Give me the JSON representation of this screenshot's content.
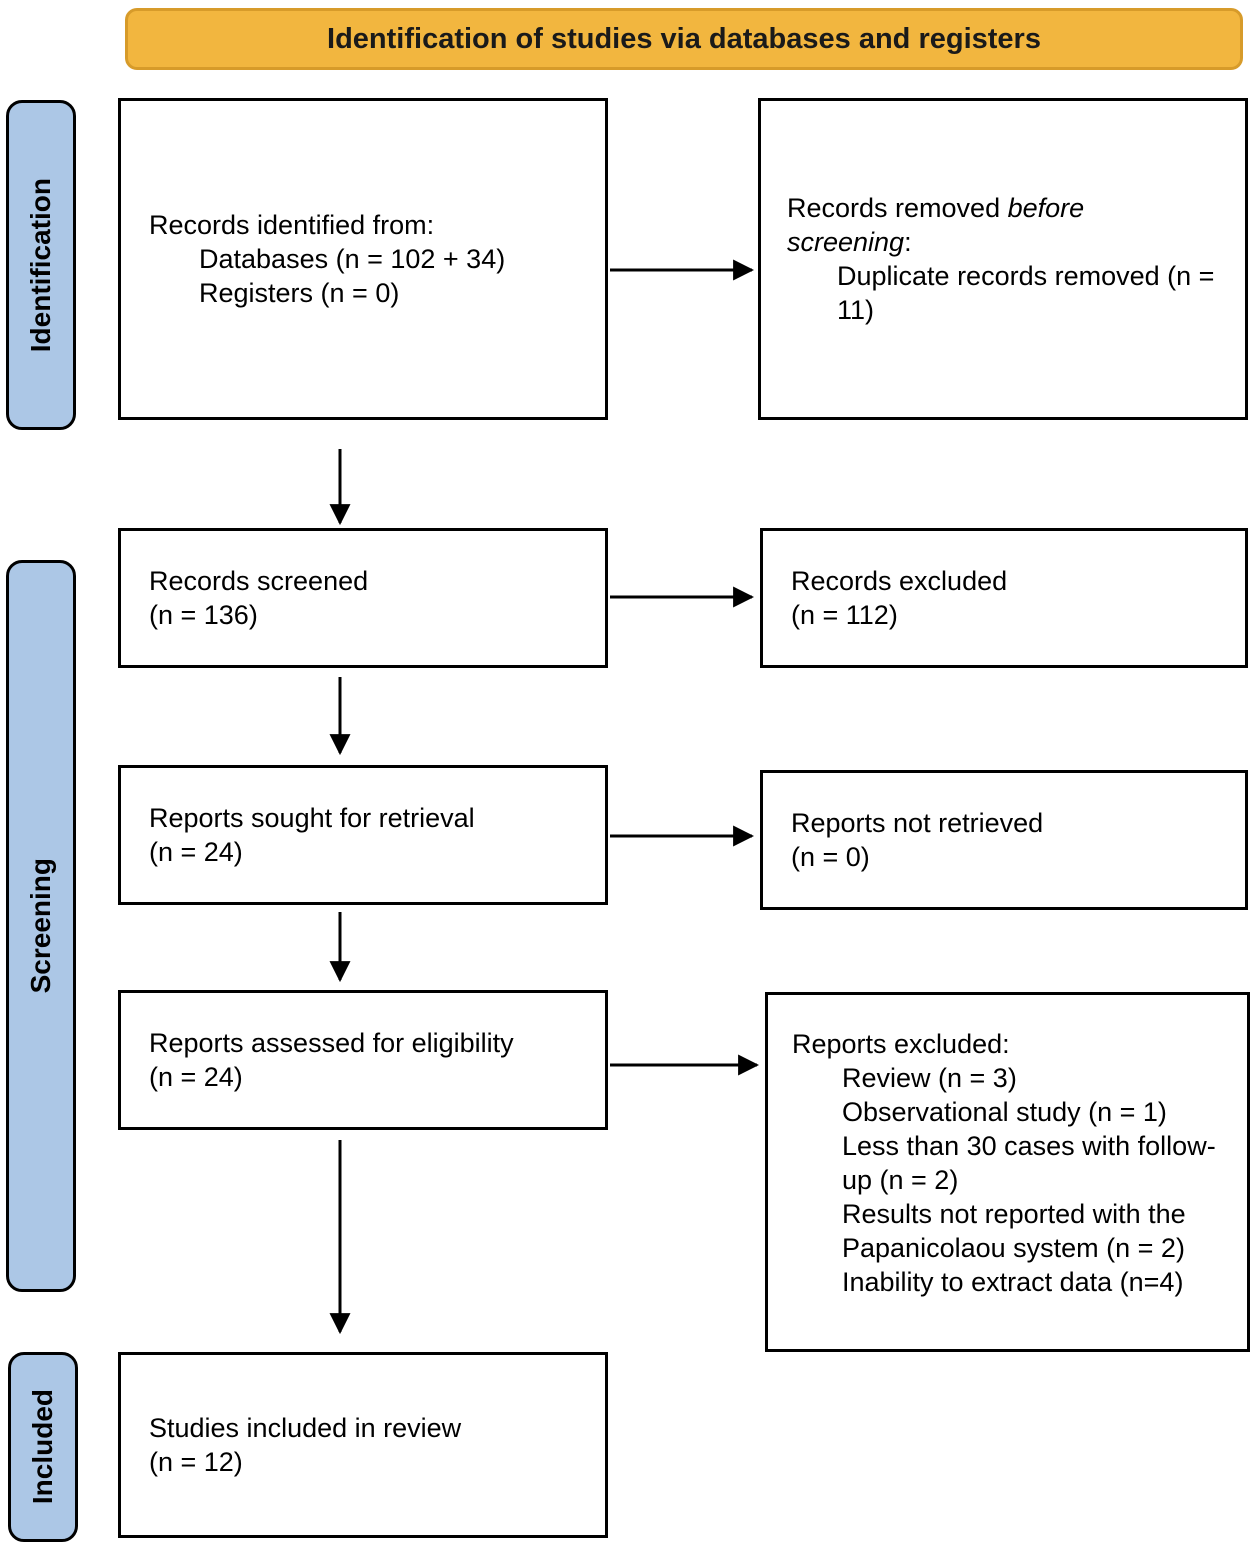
{
  "title": "Identification of studies via databases and registers",
  "stages": [
    {
      "label": "Identification"
    },
    {
      "label": "Screening"
    },
    {
      "label": "Included"
    }
  ],
  "boxes": {
    "records_identified": {
      "lines": [
        {
          "indent": 0,
          "segments": [
            {
              "text": "Records identified from:"
            }
          ]
        },
        {
          "indent": 1,
          "segments": [
            {
              "text": "Databases (n = 102 + 34)"
            }
          ]
        },
        {
          "indent": 1,
          "segments": [
            {
              "text": "Registers (n = 0)"
            }
          ]
        }
      ]
    },
    "records_removed": {
      "lines": [
        {
          "indent": 0,
          "segments": [
            {
              "text": "Records removed "
            },
            {
              "text": "before screening",
              "italic": true
            },
            {
              "text": ":"
            }
          ]
        },
        {
          "indent": 1,
          "segments": [
            {
              "text": "Duplicate records removed (n = 11)"
            }
          ]
        }
      ]
    },
    "records_screened": {
      "lines": [
        {
          "indent": 0,
          "segments": [
            {
              "text": "Records screened"
            }
          ]
        },
        {
          "indent": 0,
          "segments": [
            {
              "text": "(n = 136)"
            }
          ]
        }
      ]
    },
    "records_excluded": {
      "lines": [
        {
          "indent": 0,
          "segments": [
            {
              "text": "Records excluded"
            }
          ]
        },
        {
          "indent": 0,
          "segments": [
            {
              "text": "(n = 112)"
            }
          ]
        }
      ]
    },
    "reports_sought": {
      "lines": [
        {
          "indent": 0,
          "segments": [
            {
              "text": "Reports sought for retrieval"
            }
          ]
        },
        {
          "indent": 0,
          "segments": [
            {
              "text": "(n = 24)"
            }
          ]
        }
      ]
    },
    "reports_not_retrieved": {
      "lines": [
        {
          "indent": 0,
          "segments": [
            {
              "text": "Reports not retrieved"
            }
          ]
        },
        {
          "indent": 0,
          "segments": [
            {
              "text": "(n = 0)"
            }
          ]
        }
      ]
    },
    "reports_assessed": {
      "lines": [
        {
          "indent": 0,
          "segments": [
            {
              "text": "Reports assessed for eligibility"
            }
          ]
        },
        {
          "indent": 0,
          "segments": [
            {
              "text": "(n = 24)"
            }
          ]
        }
      ]
    },
    "reports_excluded": {
      "lines": [
        {
          "indent": 0,
          "segments": [
            {
              "text": "Reports excluded:"
            }
          ]
        },
        {
          "indent": 1,
          "segments": [
            {
              "text": "Review (n = 3)"
            }
          ]
        },
        {
          "indent": 1,
          "segments": [
            {
              "text": "Observational study (n = 1)"
            }
          ]
        },
        {
          "indent": 1,
          "segments": [
            {
              "text": "Less than 30 cases with follow-up (n = 2)"
            }
          ]
        },
        {
          "indent": 1,
          "segments": [
            {
              "text": "Results not reported with the Papanicolaou system (n = 2)"
            }
          ]
        },
        {
          "indent": 1,
          "segments": [
            {
              "text": "Inability to extract data (n=4)"
            }
          ]
        }
      ]
    },
    "studies_included": {
      "lines": [
        {
          "indent": 0,
          "segments": [
            {
              "text": "Studies included in review"
            }
          ]
        },
        {
          "indent": 0,
          "segments": [
            {
              "text": "(n = 12)"
            }
          ]
        }
      ]
    }
  },
  "colors": {
    "banner_bg": "#F2B63F",
    "banner_border": "#D79B2A",
    "stage_bg": "#ACC7E6",
    "stage_border": "#000000",
    "box_bg": "#FFFFFF",
    "box_border": "#000000",
    "arrow": "#000000"
  }
}
